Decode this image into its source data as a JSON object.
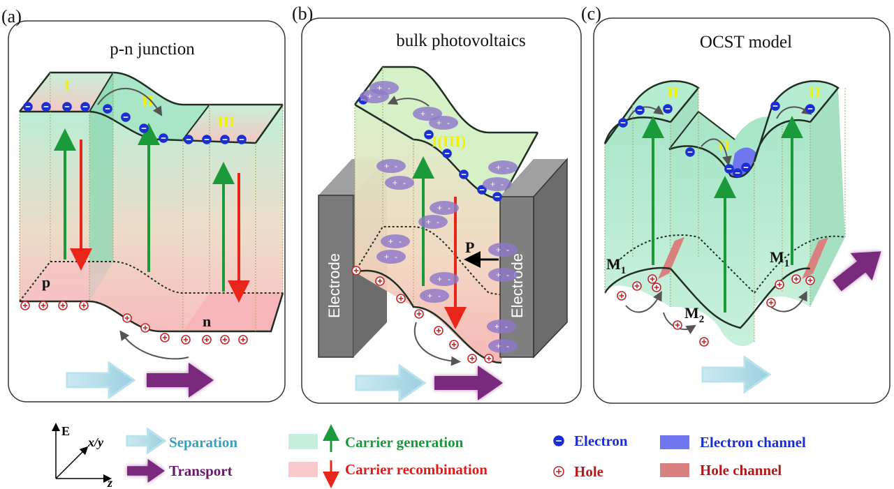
{
  "panels": {
    "a": {
      "label": "(a)",
      "title": "p-n junction",
      "regions": {
        "r1": "I",
        "r2": "II",
        "r3": "III"
      },
      "p_label": "p",
      "n_label": "n"
    },
    "b": {
      "label": "(b)",
      "title": "bulk photovoltaics",
      "region_label": "I(III)",
      "polarization_label": "P",
      "electrode_left": "Electrode",
      "electrode_right": "Electrode"
    },
    "c": {
      "label": "(c)",
      "title": "OCST model",
      "region_label": "II",
      "m1": {
        "base": "M",
        "sub": "1"
      },
      "m2": {
        "base": "M",
        "sub": "2"
      }
    }
  },
  "legend": {
    "axes": {
      "e": "E",
      "xy": "x/y",
      "z": "z"
    },
    "separation": "Separation",
    "transport": "Transport",
    "carrier_generation": "Carrier generation",
    "carrier_recombination": "Carrier recombination",
    "electron": "Electron",
    "hole": "Hole",
    "electron_channel": "Electron channel",
    "hole_channel": "Hole channel"
  },
  "symbols": {
    "electron": "-",
    "hole": "+"
  },
  "colors": {
    "separation": "#a6d8e6",
    "transport": "#7a2a7c",
    "generation": "#1a9a3a",
    "recombination": "#e8251a",
    "band_green": "#b8ecd2",
    "band_pink": "#f7c2c4",
    "electron": "#1a2fd1",
    "hole": "#c0282a",
    "electrode": "#8a8a8a",
    "region_text": "#f5f000",
    "separation_text": "#3aa0b8",
    "transport_text": "#6a1a6c",
    "generation_text": "#1a9a3a",
    "recombination_text": "#e01a1a",
    "electron_text": "#1a2fd1",
    "hole_text": "#b01a1a",
    "electron_channel": "#6f76ee",
    "hole_channel": "#d98080"
  }
}
